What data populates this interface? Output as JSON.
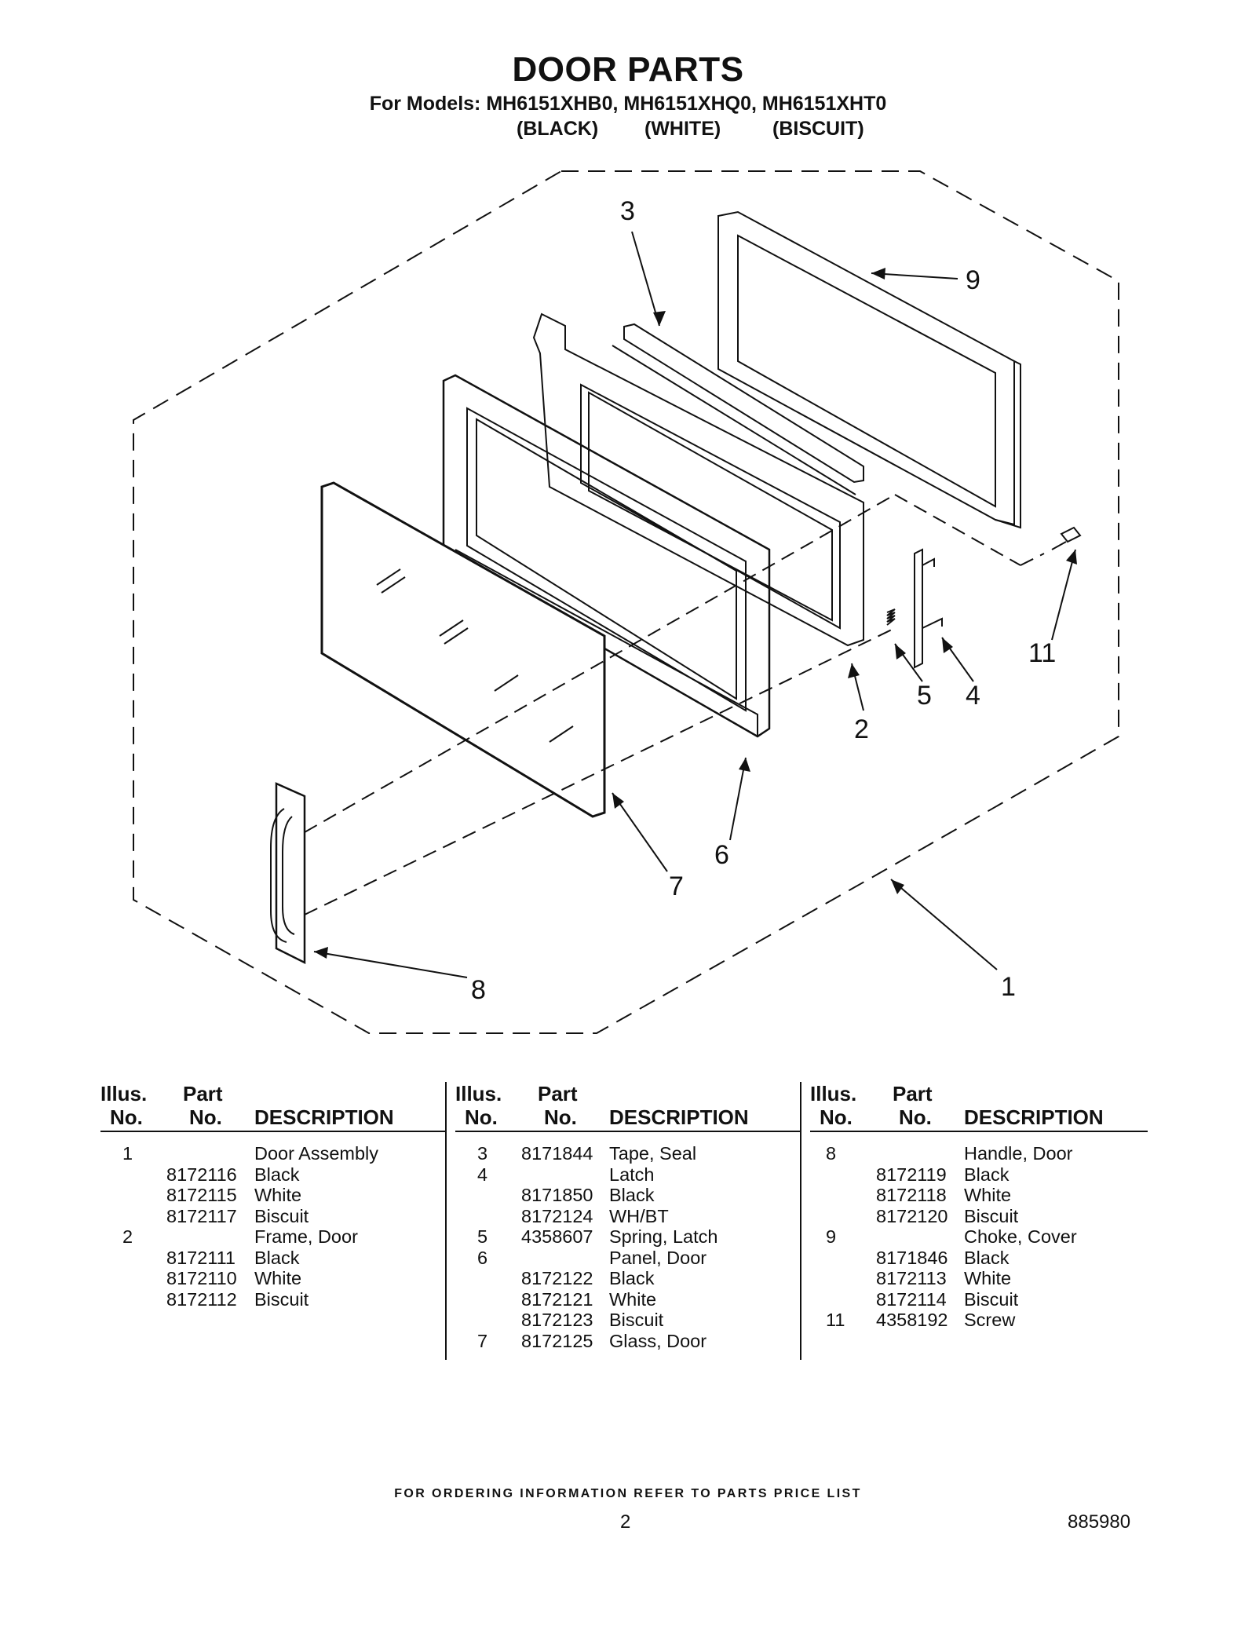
{
  "header": {
    "title": "DOOR PARTS",
    "subtitle": "For Models: MH6151XHB0, MH6151XHQ0, MH6151XHT0",
    "colors": [
      "(BLACK)",
      "(WHITE)",
      "(BISCUIT)"
    ]
  },
  "diagram": {
    "callouts": [
      "1",
      "2",
      "3",
      "4",
      "5",
      "6",
      "7",
      "8",
      "9",
      "11"
    ]
  },
  "table": {
    "headers": {
      "illus_line1": "Illus.",
      "illus_line2": "No.",
      "part_line1": "Part",
      "part_line2": "No.",
      "description": "DESCRIPTION"
    },
    "columns": [
      {
        "rows": [
          {
            "illus": "1",
            "part": "",
            "desc": "Door Assembly"
          },
          {
            "illus": "",
            "part": "8172116",
            "desc": "Black"
          },
          {
            "illus": "",
            "part": "8172115",
            "desc": "White"
          },
          {
            "illus": "",
            "part": "8172117",
            "desc": "Biscuit"
          },
          {
            "illus": "2",
            "part": "",
            "desc": "Frame, Door"
          },
          {
            "illus": "",
            "part": "8172111",
            "desc": "Black"
          },
          {
            "illus": "",
            "part": "8172110",
            "desc": "White"
          },
          {
            "illus": "",
            "part": "8172112",
            "desc": "Biscuit"
          }
        ]
      },
      {
        "rows": [
          {
            "illus": "3",
            "part": "8171844",
            "desc": "Tape, Seal"
          },
          {
            "illus": "4",
            "part": "",
            "desc": "Latch"
          },
          {
            "illus": "",
            "part": "8171850",
            "desc": "Black"
          },
          {
            "illus": "",
            "part": "8172124",
            "desc": "WH/BT"
          },
          {
            "illus": "5",
            "part": "4358607",
            "desc": "Spring, Latch"
          },
          {
            "illus": "6",
            "part": "",
            "desc": "Panel, Door"
          },
          {
            "illus": "",
            "part": "8172122",
            "desc": "Black"
          },
          {
            "illus": "",
            "part": "8172121",
            "desc": "White"
          },
          {
            "illus": "",
            "part": "8172123",
            "desc": "Biscuit"
          },
          {
            "illus": "7",
            "part": "8172125",
            "desc": "Glass, Door"
          }
        ]
      },
      {
        "rows": [
          {
            "illus": "8",
            "part": "",
            "desc": "Handle, Door"
          },
          {
            "illus": "",
            "part": "8172119",
            "desc": "Black"
          },
          {
            "illus": "",
            "part": "8172118",
            "desc": "White"
          },
          {
            "illus": "",
            "part": "8172120",
            "desc": "Biscuit"
          },
          {
            "illus": "9",
            "part": "",
            "desc": "Choke, Cover"
          },
          {
            "illus": "",
            "part": "8171846",
            "desc": "Black"
          },
          {
            "illus": "",
            "part": "8172113",
            "desc": "White"
          },
          {
            "illus": "",
            "part": "8172114",
            "desc": "Biscuit"
          },
          {
            "illus": "11",
            "part": "4358192",
            "desc": "Screw"
          }
        ]
      }
    ]
  },
  "footer": {
    "ordering_note": "FOR ORDERING INFORMATION REFER TO PARTS PRICE LIST",
    "page_number": "2",
    "doc_number": "885980"
  }
}
